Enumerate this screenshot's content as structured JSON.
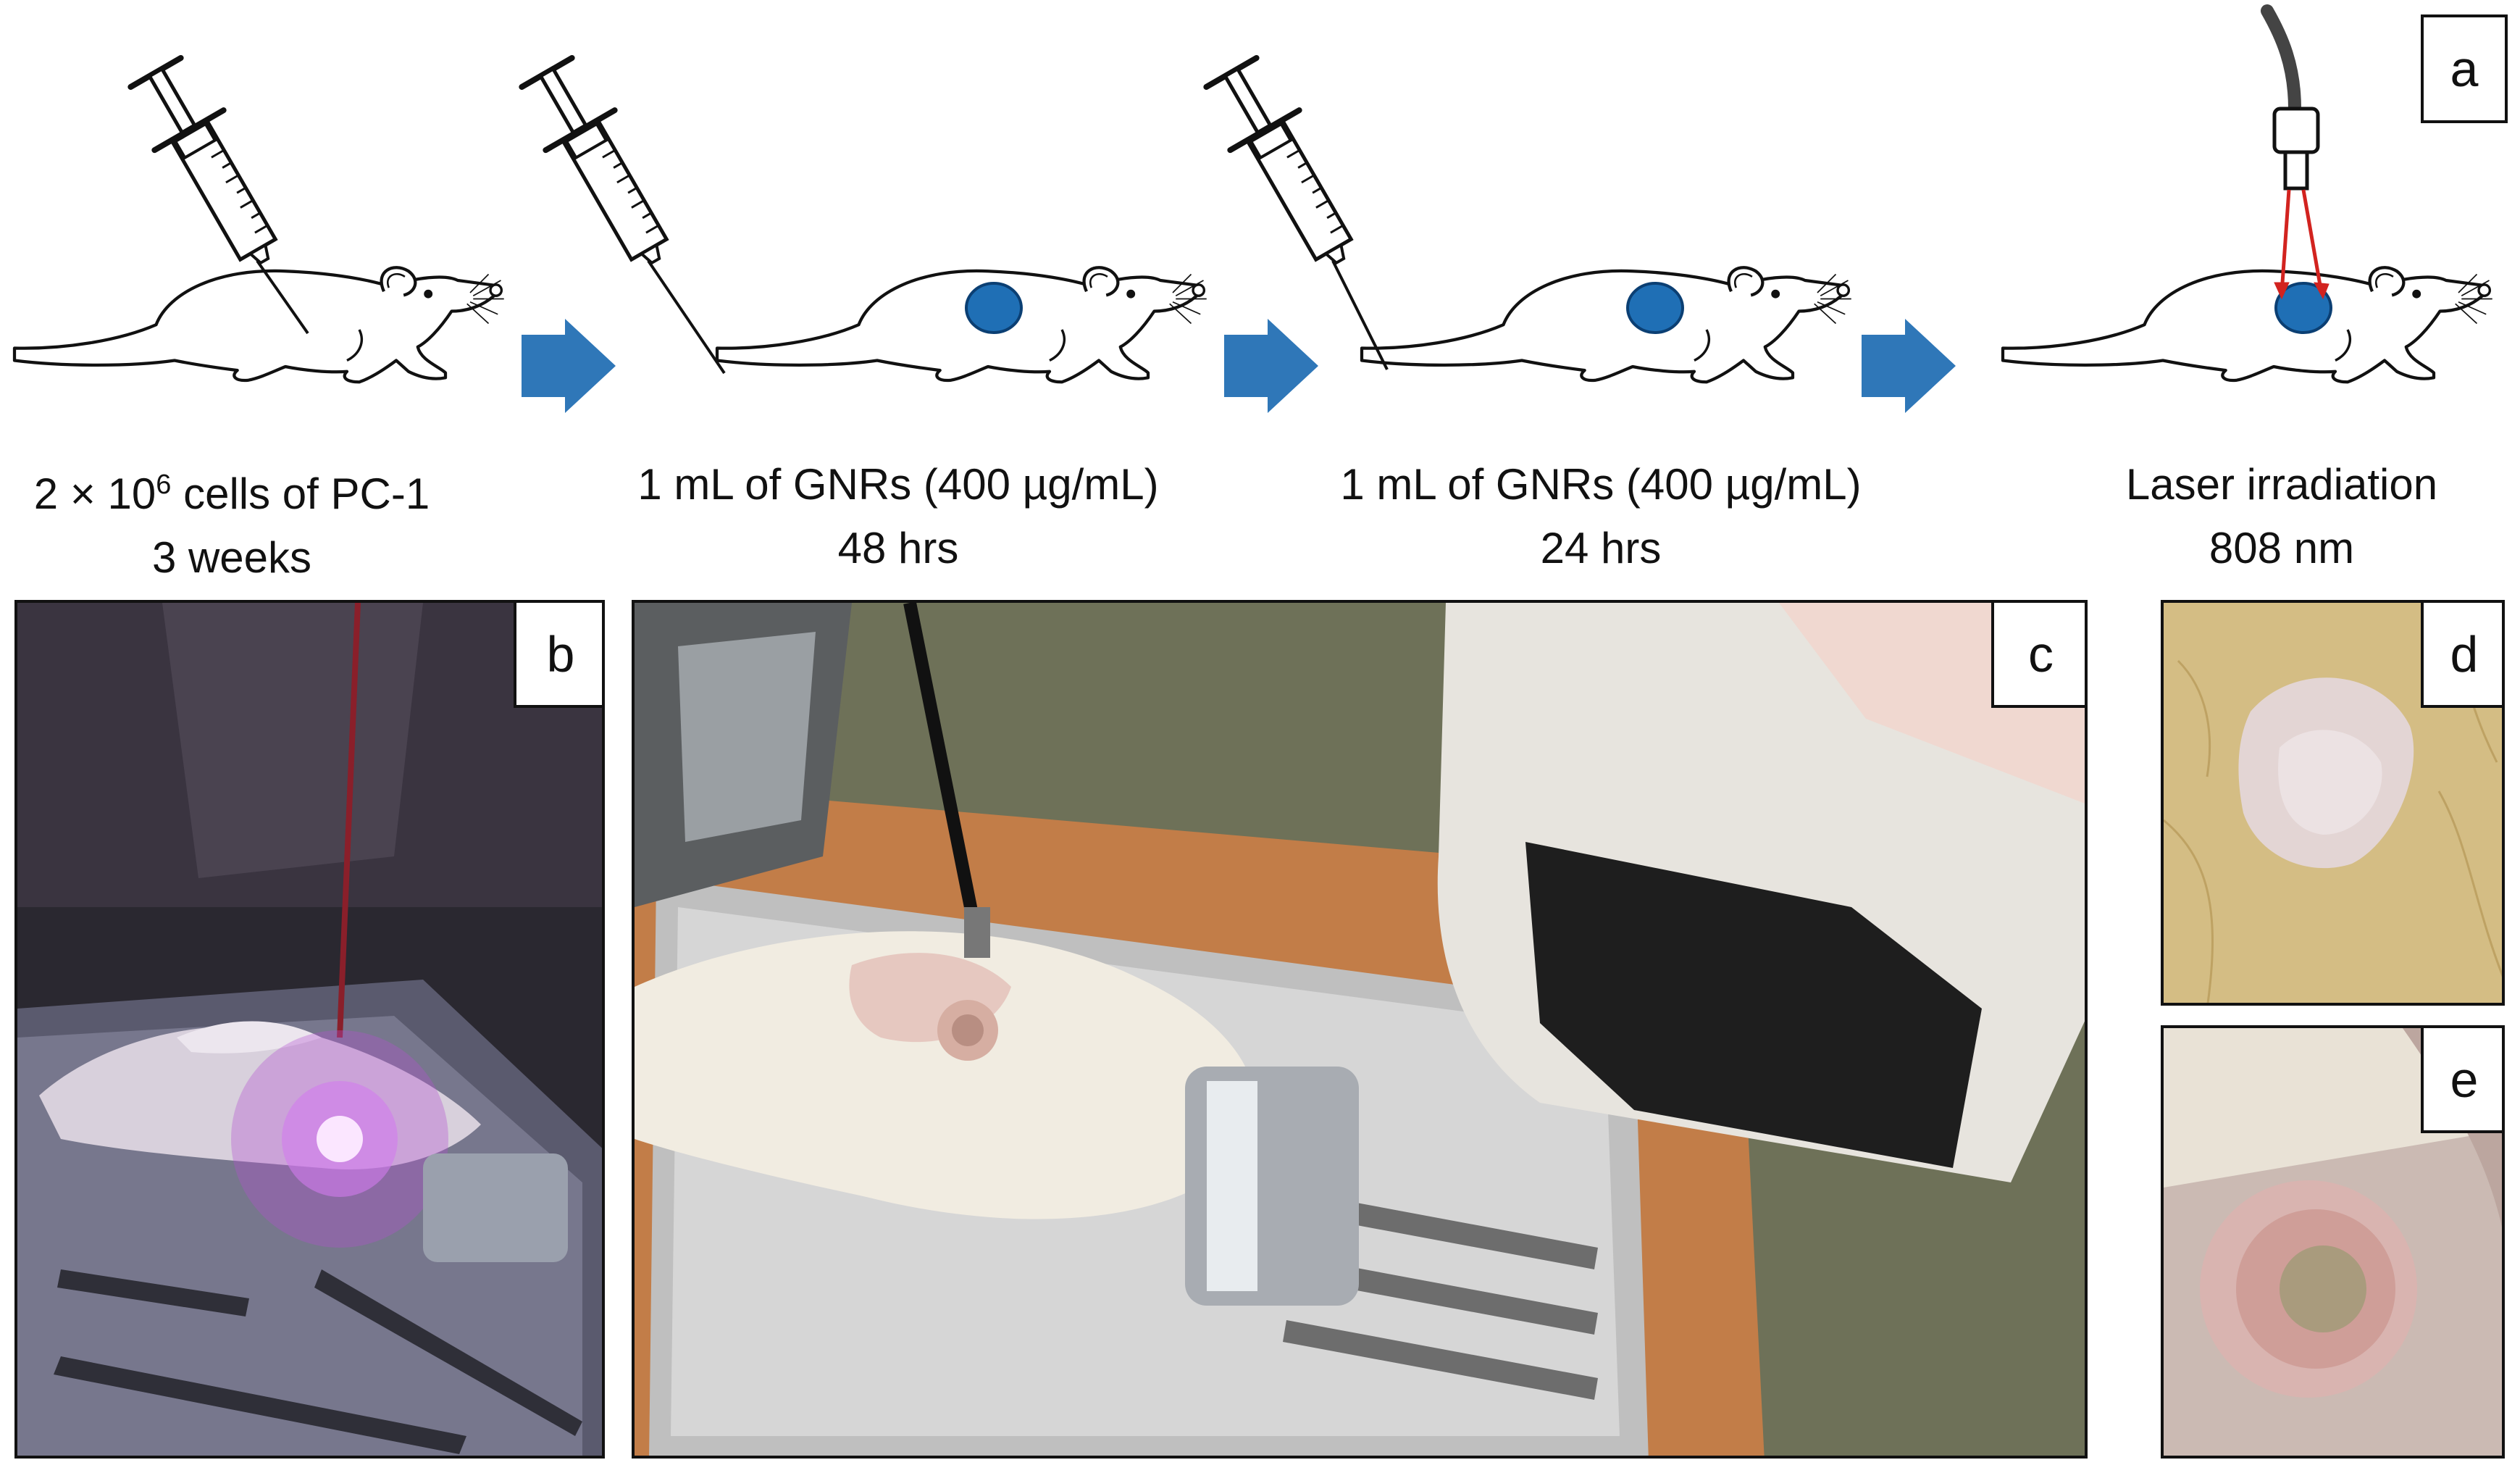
{
  "panels": {
    "a": "a",
    "b": "b",
    "c": "c",
    "d": "d",
    "e": "e"
  },
  "steps": [
    {
      "line1_pre": "2 × 10",
      "line1_sup": "6",
      "line1_post": " cells of PC-1",
      "line2": "3 weeks"
    },
    {
      "line1": "1 mL of GNRs (400 µg/mL)",
      "line2": "48 hrs"
    },
    {
      "line1": "1 mL of GNRs (400 µg/mL)",
      "line2": "24 hrs"
    },
    {
      "line1": "Laser irradiation",
      "line2": "808 nm"
    }
  ],
  "colors": {
    "arrow": "#2f77b8",
    "tumor": "#1f6fb5",
    "laser": "#d2231f"
  }
}
